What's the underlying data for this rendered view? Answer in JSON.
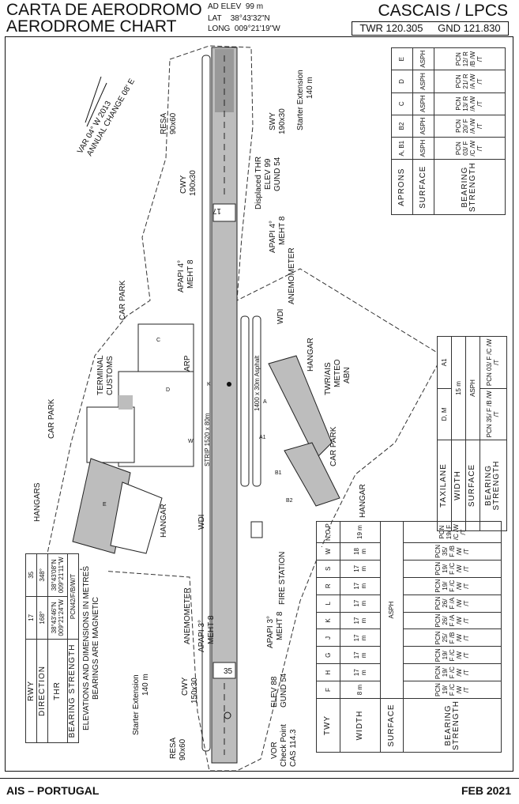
{
  "header": {
    "title_pt": "CARTA DE AERODROMO",
    "title_en": "AERODROME CHART",
    "ad_elev_label": "AD ELEV",
    "ad_elev": "99 m",
    "lat_label": "LAT",
    "lat": "38°43'32\"N",
    "long_label": "LONG",
    "long": "009°21'19\"W",
    "aerodrome": "CASCAIS / LPCS",
    "twr": "TWR 120.305",
    "gnd": "GND 121.830"
  },
  "footer": {
    "left": "AIS – PORTUGAL",
    "right": "FEB 2021"
  },
  "aprons": {
    "headers": [
      "APRONS",
      "SURFACE",
      "BEARING STRENGTH"
    ],
    "rows": [
      [
        "A, B1",
        "ASPH",
        "PCN 03/ F /C /W /T"
      ],
      [
        "B2",
        "ASPH",
        "PCN 20/ F /A /W /T"
      ],
      [
        "C",
        "ASPH",
        "PCN 13/ R /A /W /T"
      ],
      [
        "D",
        "ASPH",
        "PCN 21/ R /A /W /T"
      ],
      [
        "E",
        "ASPH",
        "PCN 12/ R /B /W /T"
      ]
    ]
  },
  "taxilanes": {
    "headers": [
      "TAXILANE",
      "WIDTH",
      "SURFACE",
      "BEARING STRENGTH"
    ],
    "width": "15 m",
    "surface": "ASPH",
    "rows": [
      [
        "D, M",
        "PCN 35/ F /B /W /T"
      ],
      [
        "A1",
        "PCN 03/ F /C /W /T"
      ]
    ]
  },
  "taxiways": {
    "headers": [
      "TWY",
      "WIDTH",
      "SURFACE",
      "BEARING STRENGTH"
    ],
    "surface": "ASPH",
    "rows": [
      [
        "F",
        "8 m",
        "PCN 19/ F /C /W /T"
      ],
      [
        "H",
        "17 m",
        "PCN 19/ F /C /W /T"
      ],
      [
        "G",
        "17 m",
        "PCN 19/ F /C /W /T"
      ],
      [
        "J",
        "17 m",
        "PCN 25/ F /B /W /T"
      ],
      [
        "K",
        "17 m",
        "PCN 26/ F /A /W /T"
      ],
      [
        "L",
        "17 m",
        "PCN 26/ F /A /W /T"
      ],
      [
        "R",
        "17 m",
        "PCN 19/ F /C /W /T"
      ],
      [
        "S",
        "17 m",
        "PCN 19/ F /C /W /T"
      ],
      [
        "W",
        "18 m",
        "PCN 35/ F /B /W /T"
      ],
      [
        "N,O,P",
        "19 m",
        "PCN 19/ F /C /W /T"
      ]
    ]
  },
  "runways": {
    "headers": [
      "RWY",
      "DIRECTION",
      "THR",
      "BEARING STRENGTH"
    ],
    "bearing": "PCN42/F/B/W/T",
    "rows": [
      [
        "17",
        "168°",
        "38°43'46\"N",
        "009°21'24\"W"
      ],
      [
        "35",
        "348°",
        "38°43'08\"N",
        "009°21'11\"W"
      ]
    ],
    "note1": "ELEVATIONS AND DIMENSIONS IN METRES",
    "note2": "BEARINGS ARE MAGNETIC"
  },
  "map": {
    "var1": "VAR 04° W 2013",
    "var2": "ANNUAL CHANGE 08' E",
    "resa_n1": "RESA",
    "resa_n2": "90x60",
    "swy1": "SWY",
    "swy2": "190x30",
    "starter_n1": "Starter Extension",
    "starter_n2": "140 m",
    "cwy_n1": "CWY",
    "cwy_n2": "190x30",
    "dthr1": "Displaced THR",
    "dthr2": "ELEV 99",
    "dthr3": "GUND 54",
    "rwy17": "17",
    "rwy35": "35",
    "apapi_n1": "APAPI 4°",
    "apapi_n2": "MEHT 8",
    "apapi_w1": "APAPI 4°",
    "apapi_w2": "MEHT 8",
    "anemometer_n": "ANEMOMETER",
    "wdi_n": "WDI",
    "car_park_1": "CAR PARK",
    "terminal": "TERMINAL",
    "customs": "CUSTOMS",
    "car_park_2": "CAR PARK",
    "arp": "ARP",
    "hangar_1": "HANGAR",
    "twr_ais": "TWR/AIS",
    "meteo": "METEO",
    "abn": "ABN",
    "car_park_3": "CAR PARK",
    "hangars": "HANGARS",
    "hangar_2": "HANGAR",
    "hangar_3": "HANGAR",
    "wdi_s": "WDI",
    "rwy_dims": "1400 x 30m Asphalt",
    "strip": "STRIP 1520 x 80m",
    "fire": "FIRE STATION",
    "anemometer_s": "ANEMOMETER",
    "apapi_s1": "APAPI 3°",
    "apapi_s2": "MEHT 8",
    "apapi_e1": "APAPI 3°",
    "apapi_e2": "MEHT 8",
    "elev35a": "ELEV 88",
    "elev35b": "GUND 54",
    "starter_s1": "Starter Extension",
    "starter_s2": "140 m",
    "cwy_s1": "CWY",
    "cwy_s2": "150x30",
    "resa_s1": "RESA",
    "resa_s2": "90x60",
    "vor1": "VOR",
    "vor2": "Check Point",
    "vor3": "CAS 114.3",
    "ap_c": "C",
    "ap_d": "D",
    "ap_e": "E",
    "ap_a": "A",
    "ap_b1": "B1",
    "ap_b2": "B2",
    "tw_w": "W",
    "tw_k": "K",
    "tw_a1": "A1"
  }
}
